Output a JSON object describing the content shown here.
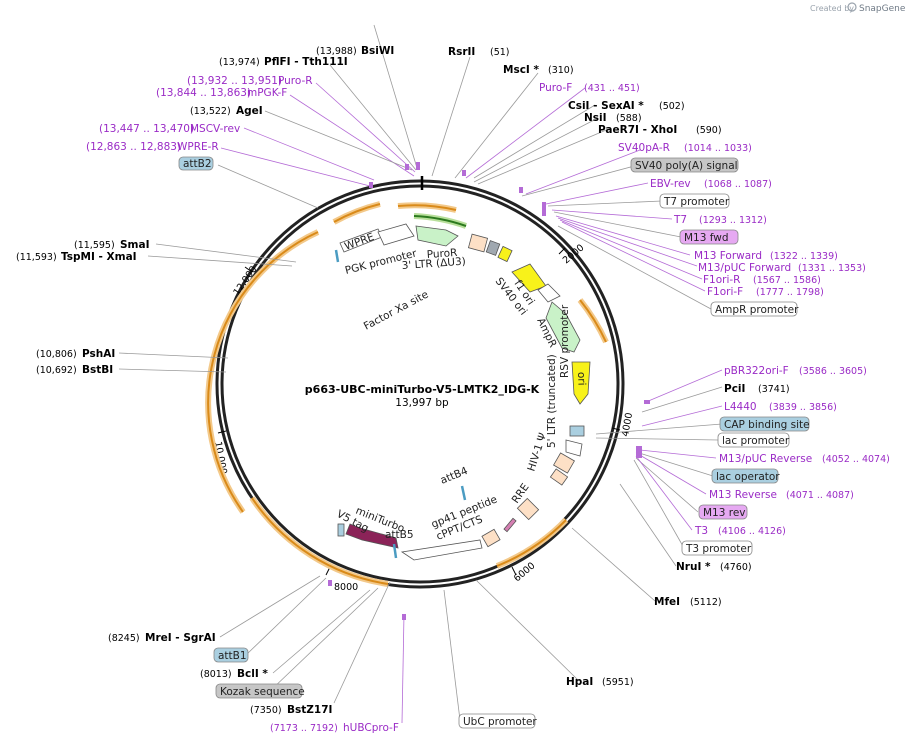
{
  "credit": {
    "prefix": "Created by",
    "brand": "SnapGene"
  },
  "plasmid": {
    "name": "p663-UBC-miniTurbo-V5-LMTK2_IDG-K",
    "size": "13,997 bp"
  },
  "ticks": [
    "2000",
    "4000",
    "6000",
    "8000",
    "10,000",
    "12,000"
  ],
  "inner_labels": {
    "wpre": "WPRE",
    "pgk_promoter": "PGK promoter",
    "puror": "PuroR",
    "ltr3": "3' LTR (ΔU3)",
    "f1_ori": "f1 ori",
    "sv40_ori": "SV40 ori",
    "ampr": "AmpR",
    "ori": "ori",
    "rsv_promoter": "RSV promoter",
    "ltr5": "5' LTR (truncated)",
    "hiv_psi": "HIV-1 Ψ",
    "rre": "RRE",
    "attb4": "attB4",
    "gp41": "gp41 peptide",
    "cppt": "cPPT/CTS",
    "miniturbo": "miniTurbo",
    "v5_tag": "V5 tag",
    "attb5": "attB5",
    "factor_xa": "Factor Xa site"
  },
  "left_labels": [
    {
      "pos": "(13,988)",
      "name": "BsiWI"
    },
    {
      "pos": "(13,974)",
      "name": "PflFI  - Tth111I"
    },
    {
      "pos": "(13,932 .. 13,951)",
      "name": "Puro-R"
    },
    {
      "pos": "(13,844 .. 13,863)",
      "name": "mPGK-F"
    },
    {
      "pos": "(13,522)",
      "name": "AgeI"
    },
    {
      "pos": "(13,447 .. 13,470)",
      "name": "MSCV-rev"
    },
    {
      "pos": "(12,863 .. 12,883)",
      "name": "WPRE-R"
    },
    {
      "name": "attB2"
    },
    {
      "pos": "(11,595)",
      "name": "SmaI"
    },
    {
      "pos": "(11,593)",
      "name": "TspMI  - XmaI"
    },
    {
      "pos": "(10,806)",
      "name": "PshAI"
    },
    {
      "pos": "(10,692)",
      "name": "BstBI"
    }
  ],
  "right_labels": [
    {
      "name": "RsrII",
      "pos": "(51)"
    },
    {
      "name": "MscI *",
      "pos": "(310)"
    },
    {
      "name": "Puro-F",
      "pos": "(431 .. 451)"
    },
    {
      "name": "CsiI  - SexAI *",
      "pos": "(502)"
    },
    {
      "name": "NsiI",
      "pos": "(588)"
    },
    {
      "name": "PaeR7I  - XhoI",
      "pos": "(590)"
    },
    {
      "name": "SV40pA-R",
      "pos": "(1014 .. 1033)"
    },
    {
      "name": "SV40 poly(A) signal"
    },
    {
      "name": "EBV-rev",
      "pos": "(1068 .. 1087)"
    },
    {
      "name": "T7 promoter"
    },
    {
      "name": "T7",
      "pos": "(1293 .. 1312)"
    },
    {
      "name": "M13 fwd"
    },
    {
      "name": "M13 Forward",
      "pos": "(1322 .. 1339)"
    },
    {
      "name": "M13/pUC Forward",
      "pos": "(1331 .. 1353)"
    },
    {
      "name": "F1ori-R",
      "pos": "(1567 .. 1586)"
    },
    {
      "name": "F1ori-F",
      "pos": "(1777 .. 1798)"
    },
    {
      "name": "AmpR promoter"
    }
  ],
  "right_mid": [
    {
      "name": "pBR322ori-F",
      "pos": "(3586 .. 3605)"
    },
    {
      "name": "PciI",
      "pos": "(3741)"
    },
    {
      "name": "L4440",
      "pos": "(3839 .. 3856)"
    },
    {
      "name": "CAP binding site"
    },
    {
      "name": "lac promoter"
    },
    {
      "name": "M13/pUC Reverse",
      "pos": "(4052 .. 4074)"
    },
    {
      "name": "lac operator"
    },
    {
      "name": "M13 Reverse",
      "pos": "(4071 .. 4087)"
    },
    {
      "name": "M13 rev"
    },
    {
      "name": "T3",
      "pos": "(4106 .. 4126)"
    },
    {
      "name": "T3 promoter"
    },
    {
      "name": "NruI *",
      "pos": "(4760)"
    }
  ],
  "bottom_labels": [
    {
      "name": "MfeI",
      "pos": "(5112)"
    },
    {
      "name": "HpaI",
      "pos": "(5951)"
    },
    {
      "name": "UbC promoter"
    },
    {
      "name": "hUBCpro-F",
      "pos": "(7173 .. 7192)"
    },
    {
      "name": "BstZ17I",
      "pos": "(7350)"
    },
    {
      "name": "Kozak sequence"
    },
    {
      "name": "BclI *",
      "pos": "(8013)"
    },
    {
      "name": "attB1"
    },
    {
      "name": "MreI  - SgrAI",
      "pos": "(8245)"
    }
  ],
  "colors": {
    "backbone": "#222222",
    "primer": "#9a2bc6",
    "orf": "#d98a19",
    "resistance_gene": "#c9f2c8",
    "origin": "#f8f21a",
    "ltr": "#fde0c6",
    "tag_feature": "#aacfe0",
    "miniturbo": "#8b2358",
    "primer_badge": "#e6a9f2",
    "gray_badge": "#c6c6c6"
  }
}
